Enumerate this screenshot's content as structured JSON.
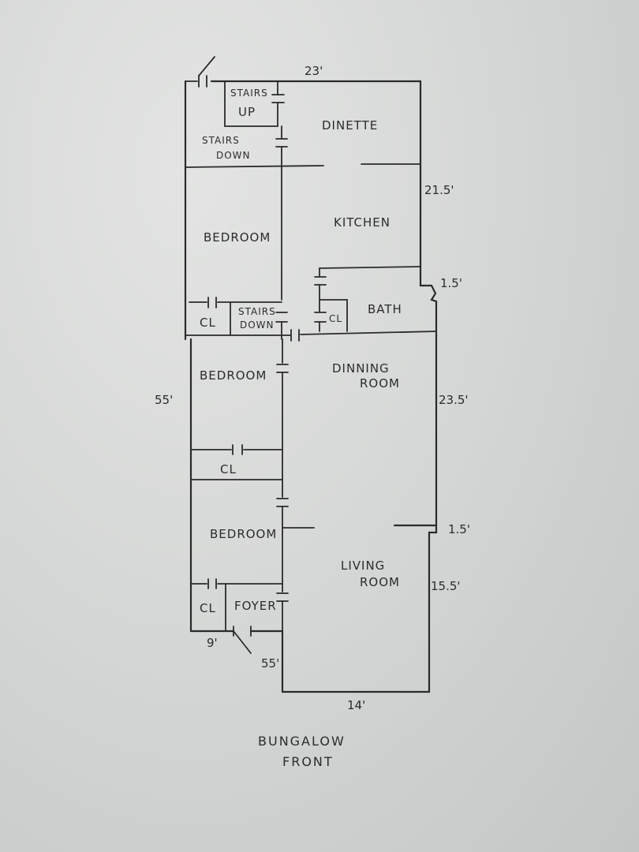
{
  "rooms": {
    "stairs_up": [
      "STAIRS",
      "UP"
    ],
    "stairs_down_top": [
      "STAIRS",
      "DOWN"
    ],
    "dinette": "DINETTE",
    "kitchen": "KITCHEN",
    "bedroom_1": "BEDROOM",
    "closet_1": "CL",
    "stairs_down_mid": [
      "STAIRS",
      "DOWN"
    ],
    "closet_bath": "CL",
    "bath": "BATH",
    "bedroom_2": "BEDROOM",
    "dinning_room": [
      "DINNING",
      "ROOM"
    ],
    "closet_2": "CL",
    "bedroom_3": "BEDROOM",
    "living_room": [
      "LIVING",
      "ROOM"
    ],
    "closet_3": "CL",
    "foyer": "FOYER"
  },
  "dimensions": {
    "top_width": "23'",
    "kitchen_depth": "21.5'",
    "bath_jog": "1.5'",
    "dinning_depth": "23.5'",
    "living_jog": "1.5'",
    "living_depth": "15.5'",
    "left_length": "55'",
    "front_length": "55'",
    "front_width": "14'",
    "foyer_offset": "9'"
  },
  "caption": [
    "BUNGALOW",
    "FRONT"
  ]
}
